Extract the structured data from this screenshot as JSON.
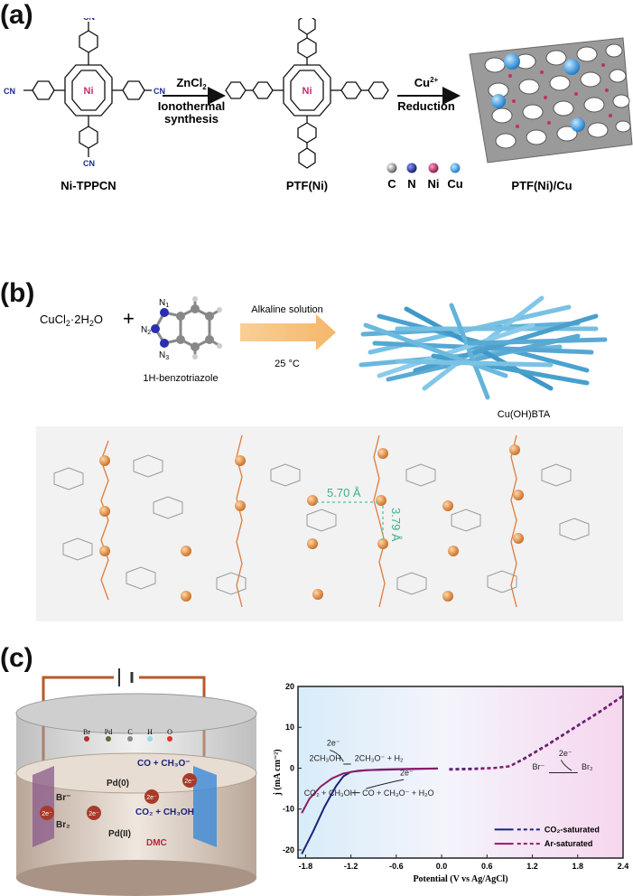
{
  "panel_a": {
    "label": "(a)",
    "mol1": "Ni-TPPCN",
    "mol2": "PTF(Ni)",
    "mol3": "PTF(Ni)/Cu",
    "metal_center": "Ni",
    "cn": "CN",
    "arrow1_top": "ZnCl",
    "arrow1_top_sub": "2",
    "arrow1_bottom1": "Ionothermal",
    "arrow1_bottom2": "synthesis",
    "arrow2_top": "Cu",
    "arrow2_top_sup": "2+",
    "arrow2_bottom": "Reduction",
    "legend": [
      "C",
      "N",
      "Ni",
      "Cu"
    ],
    "legend_colors": [
      "#8a8a8a",
      "#1d2a8a",
      "#c0306a",
      "#2fa6e0"
    ]
  },
  "panel_b": {
    "label": "(b)",
    "reagent1": "CuCl",
    "reagent1_sub": "2",
    "reagent1_rest": "·2H",
    "reagent1_sub2": "2",
    "reagent1_end": "O",
    "plus": "+",
    "N1": "N",
    "N1_sub": "1",
    "N2": "N",
    "N2_sub": "2",
    "N3": "N",
    "N3_sub": "3",
    "reagent2": "1H-benzotriazole",
    "arrow_top": "Alkaline solution",
    "arrow_bottom": "25 °C",
    "product": "Cu(OH)BTA",
    "dist1": "5.70 Å",
    "dist2": "3.79 Å"
  },
  "panel_c": {
    "label": "(c)",
    "cell": {
      "legend": [
        "Br",
        "Pd",
        "C",
        "H",
        "O"
      ],
      "legend_colors": [
        "#b03030",
        "#5a6a3a",
        "#888888",
        "#9ad8e8",
        "#e03030"
      ],
      "br_minus": "Br⁻",
      "br2": "Br₂",
      "e2": "2e⁻",
      "pd0": "Pd(0)",
      "pd2": "Pd(II)",
      "dmc": "DMC",
      "co_ch3o": "CO + CH₃O⁻",
      "co2_ch3oh": "CO₂ + CH₃OH"
    },
    "chart_data": {
      "type": "line",
      "xlabel": "Potential (V vs Ag/AgCl)",
      "ylabel": "j (mA cm⁻²)",
      "xlim": [
        -1.9,
        2.4
      ],
      "ylim": [
        -22,
        20
      ],
      "xticks": [
        -1.8,
        -1.2,
        -0.6,
        0.0,
        0.6,
        1.2,
        1.8,
        2.4
      ],
      "yticks": [
        -20,
        -10,
        0,
        10,
        20
      ],
      "xtick_labels": [
        "-1.8",
        "-1.2",
        "-0.6",
        "0.0",
        "0.6",
        "1.2",
        "1.8",
        "2.4"
      ],
      "ytick_labels": [
        "-20",
        "-10",
        "0",
        "10",
        "20"
      ],
      "series": [
        {
          "name": "CO₂-saturated",
          "color": "#1a237e",
          "cathodic": [
            [
              -1.85,
              -21
            ],
            [
              -1.7,
              -15.5
            ],
            [
              -1.55,
              -9.5
            ],
            [
              -1.4,
              -4.5
            ],
            [
              -1.3,
              -2.0
            ],
            [
              -1.2,
              -0.9
            ],
            [
              -1.0,
              -0.5
            ],
            [
              -0.6,
              -0.3
            ],
            [
              -0.2,
              -0.15
            ],
            [
              -0.05,
              -0.1
            ]
          ],
          "anodic": [
            [
              0.1,
              -0.2
            ],
            [
              0.4,
              -0.1
            ],
            [
              0.7,
              0.1
            ],
            [
              0.9,
              0.5
            ],
            [
              1.1,
              2.5
            ],
            [
              1.4,
              5.8
            ],
            [
              1.8,
              10.5
            ],
            [
              2.1,
              14.0
            ],
            [
              2.4,
              17.8
            ]
          ]
        },
        {
          "name": "Ar-saturated",
          "color": "#8e1b6a",
          "cathodic": [
            [
              -1.85,
              -11
            ],
            [
              -1.75,
              -7.5
            ],
            [
              -1.6,
              -4.5
            ],
            [
              -1.45,
              -2.5
            ],
            [
              -1.3,
              -1.3
            ],
            [
              -1.1,
              -0.6
            ],
            [
              -0.8,
              -0.3
            ],
            [
              -0.4,
              -0.15
            ],
            [
              -0.05,
              -0.05
            ]
          ],
          "anodic": [
            [
              0.1,
              -0.4
            ],
            [
              0.4,
              -0.3
            ],
            [
              0.7,
              0.0
            ],
            [
              0.9,
              0.4
            ],
            [
              1.1,
              2.3
            ],
            [
              1.4,
              5.6
            ],
            [
              1.8,
              10.3
            ],
            [
              2.1,
              13.8
            ],
            [
              2.4,
              17.6
            ]
          ]
        }
      ],
      "annotations": {
        "top_e": "2e⁻",
        "reaction1_left": "2CH₃OH",
        "reaction1_right": "2CH₃O⁻ + H₂",
        "mid_e": "2e⁻",
        "reaction2_left": "CO₂ + CH₃OH",
        "reaction2_right": "CO + CH₃O⁻ + H₂O",
        "br_e": "2e⁻",
        "br_left": "Br⁻",
        "br_right": "Br₂"
      }
    }
  }
}
